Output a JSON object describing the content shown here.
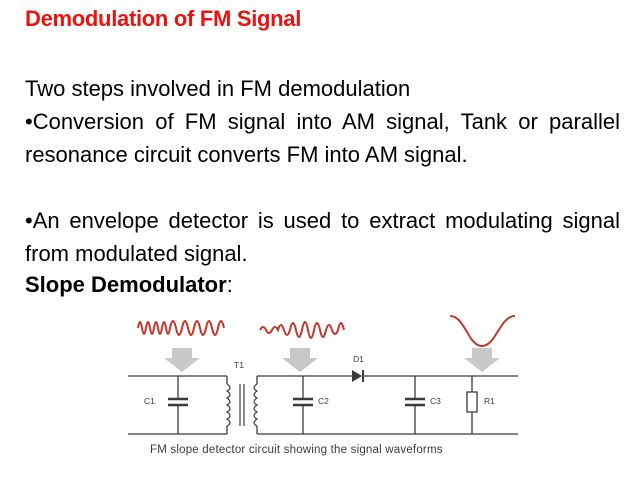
{
  "slide": {
    "title": "Demodulation of FM Signal",
    "intro": "Two steps involved in FM demodulation",
    "bullets": [
      "•Conversion of FM signal into AM signal, Tank or parallel resonance circuit converts FM into AM signal.",
      "•An envelope detector is used to extract modulating signal from modulated signal."
    ],
    "subheading_bold": "Slope Demodulator",
    "subheading_suffix": ":"
  },
  "figure": {
    "labels": {
      "t1": "T1",
      "d1": "D1",
      "c1": "C1",
      "c2": "C2",
      "c3": "C3",
      "r1": "R1"
    },
    "caption": "FM slope detector circuit showing the signal waveforms"
  },
  "colors": {
    "title": "#e8140f",
    "wave": "#c0392b",
    "arrow": "#c8c8c8",
    "wire": "#3a3a3a"
  }
}
